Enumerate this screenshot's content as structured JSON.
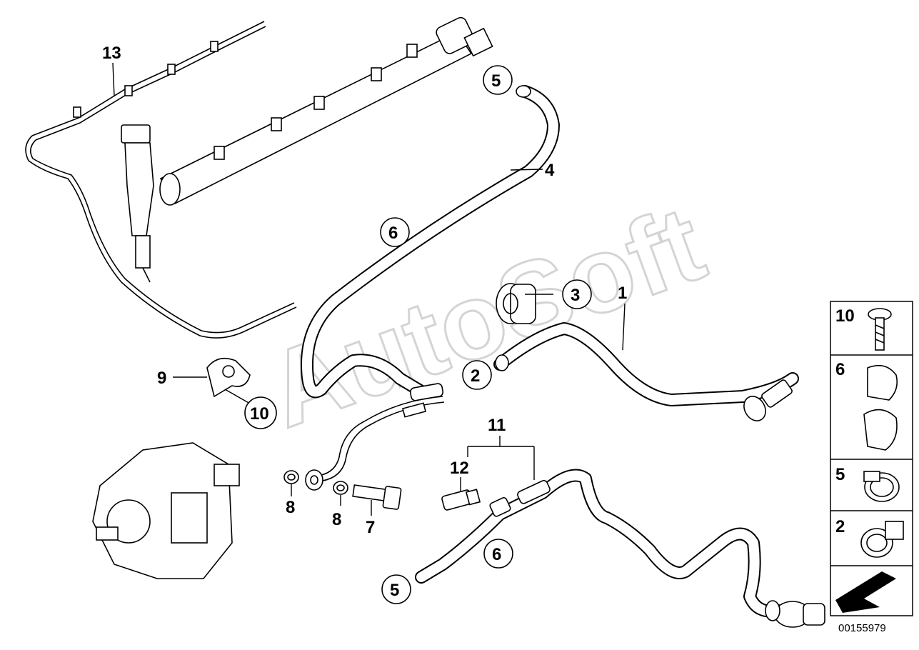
{
  "callouts": {
    "c1": "1",
    "c2": "2",
    "c3": "3",
    "c4": "4",
    "c5a": "5",
    "c5b": "5",
    "c6a": "6",
    "c6b": "6",
    "c7": "7",
    "c8a": "8",
    "c8b": "8",
    "c9": "9",
    "c10": "10",
    "c11": "11",
    "c12": "12",
    "c13": "13"
  },
  "legend": {
    "items": [
      {
        "number": "10",
        "icon": "screw-icon"
      },
      {
        "number": "6",
        "icon": "clip-icon"
      },
      {
        "number": "5",
        "icon": "hose-clamp-icon"
      },
      {
        "number": "2",
        "icon": "hose-clamp-icon"
      }
    ],
    "arrow_icon": "direction-arrow-icon"
  },
  "watermark": "AutoSoft",
  "doc_id": "00155979"
}
